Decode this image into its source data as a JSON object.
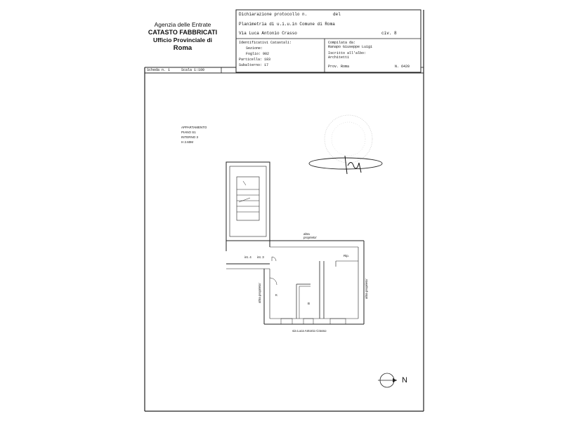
{
  "agency": {
    "line1": "Agenzia delle Entrate",
    "line2": "CATASTO FABBRICATI",
    "line3": "Ufficio Provinciale di",
    "line4": "Roma"
  },
  "header": {
    "dichiarazione_label": "Dichiarazione protocollo n.",
    "del_label": "del",
    "planimetria": "Planimetria di u.i.u.in Comune di Roma",
    "address": "Via Luca Antonio Crasso",
    "civico": "civ. 8",
    "identificativi_title": "Identificativi Catastali:",
    "sezione": "Sezione:",
    "foglio": "Foglio: 902",
    "particella": "Particella: 183",
    "subalterno": "Subalterno: 17",
    "compilata_label": "Compilata da:",
    "compilata_name": "Ranapo Giuseppe Luigi",
    "iscritto_label": "Iscritto all'albo:",
    "iscritto_value": "Architetti",
    "prov_label": "Prov. Roma",
    "num_label": "N. 6420"
  },
  "scheda": {
    "scheda": "Scheda n. 1",
    "scala": "Scala 1:100"
  },
  "plan": {
    "app_line1": "APPARTAMENTO",
    "app_line2": "PIANO S1",
    "app_line3": "INTERNO 3",
    "app_line4": "H 2.60M",
    "altra_top_1": "altra",
    "altra_top_2": "proprieta'",
    "int4": "int. 4",
    "int3": "int. 3",
    "rip": "Rip.",
    "altra_left": "altra proprieta'",
    "altra_right": "altra proprieta'",
    "k": "K",
    "b": "B",
    "street": "via Luca Antonio Crasso"
  },
  "north": {
    "label": "N"
  }
}
